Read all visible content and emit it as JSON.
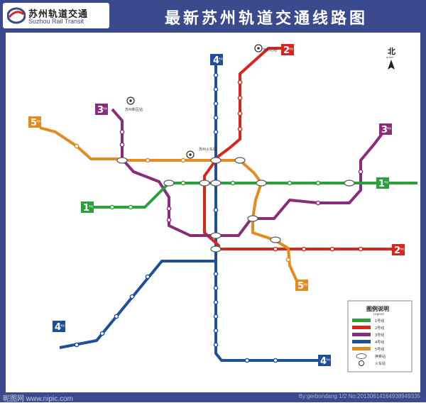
{
  "header": {
    "logo_cn": "苏州轨道交通",
    "logo_en": "Suzhou Rail Transit",
    "title": "最新苏州轨道交通线路图"
  },
  "compass": {
    "label": "北",
    "sub": "NORTH"
  },
  "legend": {
    "title": "图例说明",
    "subtitle": "Legend",
    "items": [
      {
        "kind": "line",
        "color": "#2aa13a",
        "label": "1号线"
      },
      {
        "kind": "line",
        "color": "#d9261c",
        "label": "2号线"
      },
      {
        "kind": "line",
        "color": "#8a2c7e",
        "label": "3号线"
      },
      {
        "kind": "line",
        "color": "#1d4f9b",
        "label": "4号线"
      },
      {
        "kind": "line",
        "color": "#e58a1f",
        "label": "5号线"
      },
      {
        "kind": "interchange",
        "color": "#666666",
        "label": "换乘站"
      },
      {
        "kind": "station",
        "color": "#333333",
        "label": "火车站"
      }
    ]
  },
  "line_badges": {
    "line1_west": "1",
    "line1_east": "1",
    "line2_north": "2",
    "line2_east": "2",
    "line3_west": "3",
    "line3_east": "3",
    "line4_north": "4",
    "line4_sw": "4",
    "line4_se": "4",
    "line5_nw": "5",
    "line5_south": "5",
    "badge_sub": "号线"
  },
  "line_colors": {
    "line1": "#2aa13a",
    "line2": "#d9261c",
    "line3": "#8a2c7e",
    "line4": "#1d4f9b",
    "line5": "#e58a1f"
  },
  "stations": {
    "line2_north_terminal": "苏州北站",
    "line3_north_terminal": "苏州新区站",
    "interchange_center": "苏州火车站"
  },
  "footer": {
    "watermark_left": "昵图网 www.nipic.com",
    "watermark_right": "By:gerbondang 1/2 No:20130614164938949335"
  }
}
